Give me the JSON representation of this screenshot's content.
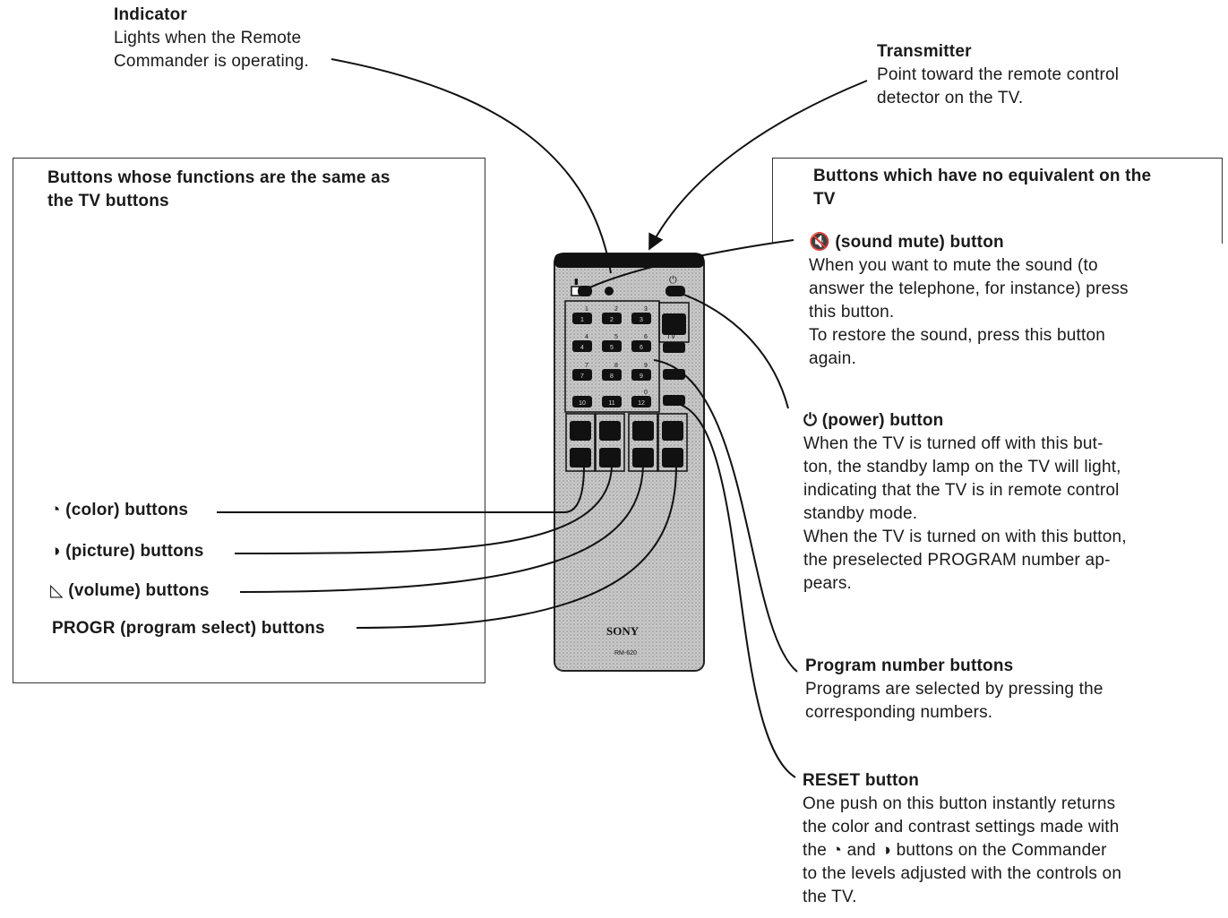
{
  "callouts": {
    "indicator": {
      "title": "Indicator",
      "lines": [
        "Lights when the Remote",
        "Commander is operating."
      ]
    },
    "transmitter": {
      "title": "Transmitter",
      "lines": [
        "Point toward the remote control",
        "detector on the TV."
      ]
    }
  },
  "left_box": {
    "heading_lines": [
      "Buttons whose functions are the same as",
      "the TV buttons"
    ],
    "labels": {
      "color": {
        "symbol": "◔",
        "text": "(color) buttons"
      },
      "picture": {
        "symbol": "◑",
        "text": "(picture) buttons"
      },
      "volume": {
        "symbol": "◺",
        "text": "(volume) buttons"
      },
      "progr": {
        "text": "PROGR (program select) buttons"
      }
    }
  },
  "right_box": {
    "heading_lines": [
      "Buttons which have no equivalent on the",
      "TV"
    ],
    "mute": {
      "symbol": "🔇",
      "title": "(sound mute) button",
      "lines": [
        "When you want to mute the sound (to",
        "answer the telephone, for instance) press",
        "this button.",
        "To restore the sound, press this button",
        "again."
      ]
    },
    "power": {
      "symbol": "⏻",
      "title": "(power) button",
      "lines": [
        "When the TV is turned off with this but-",
        "ton, the standby lamp on the TV will light,",
        "indicating that the TV is in remote control",
        "standby mode.",
        "When the TV is turned on with this button,",
        "the preselected PROGRAM number ap-",
        "pears."
      ]
    },
    "program_number": {
      "title": "Program number buttons",
      "lines": [
        "Programs are selected by pressing the",
        "corresponding numbers."
      ]
    },
    "reset": {
      "title": "RESET button",
      "lines": [
        "One push on this button instantly returns",
        "the color and contrast settings made with",
        "the ◔ and ◑ buttons on the Commander",
        "to the levels adjusted with the controls on",
        "the TV."
      ]
    }
  },
  "remote": {
    "brand": "SONY",
    "model": "RM-620",
    "tv_label": "TV",
    "key_numbers": [
      "1",
      "2",
      "3",
      "4",
      "5",
      "6",
      "7",
      "8",
      "9",
      "10",
      "11",
      "12"
    ],
    "keypad_digit_labels": [
      "1",
      "2",
      "3",
      "4",
      "5",
      "6",
      "7",
      "8",
      "9",
      "0"
    ]
  }
}
